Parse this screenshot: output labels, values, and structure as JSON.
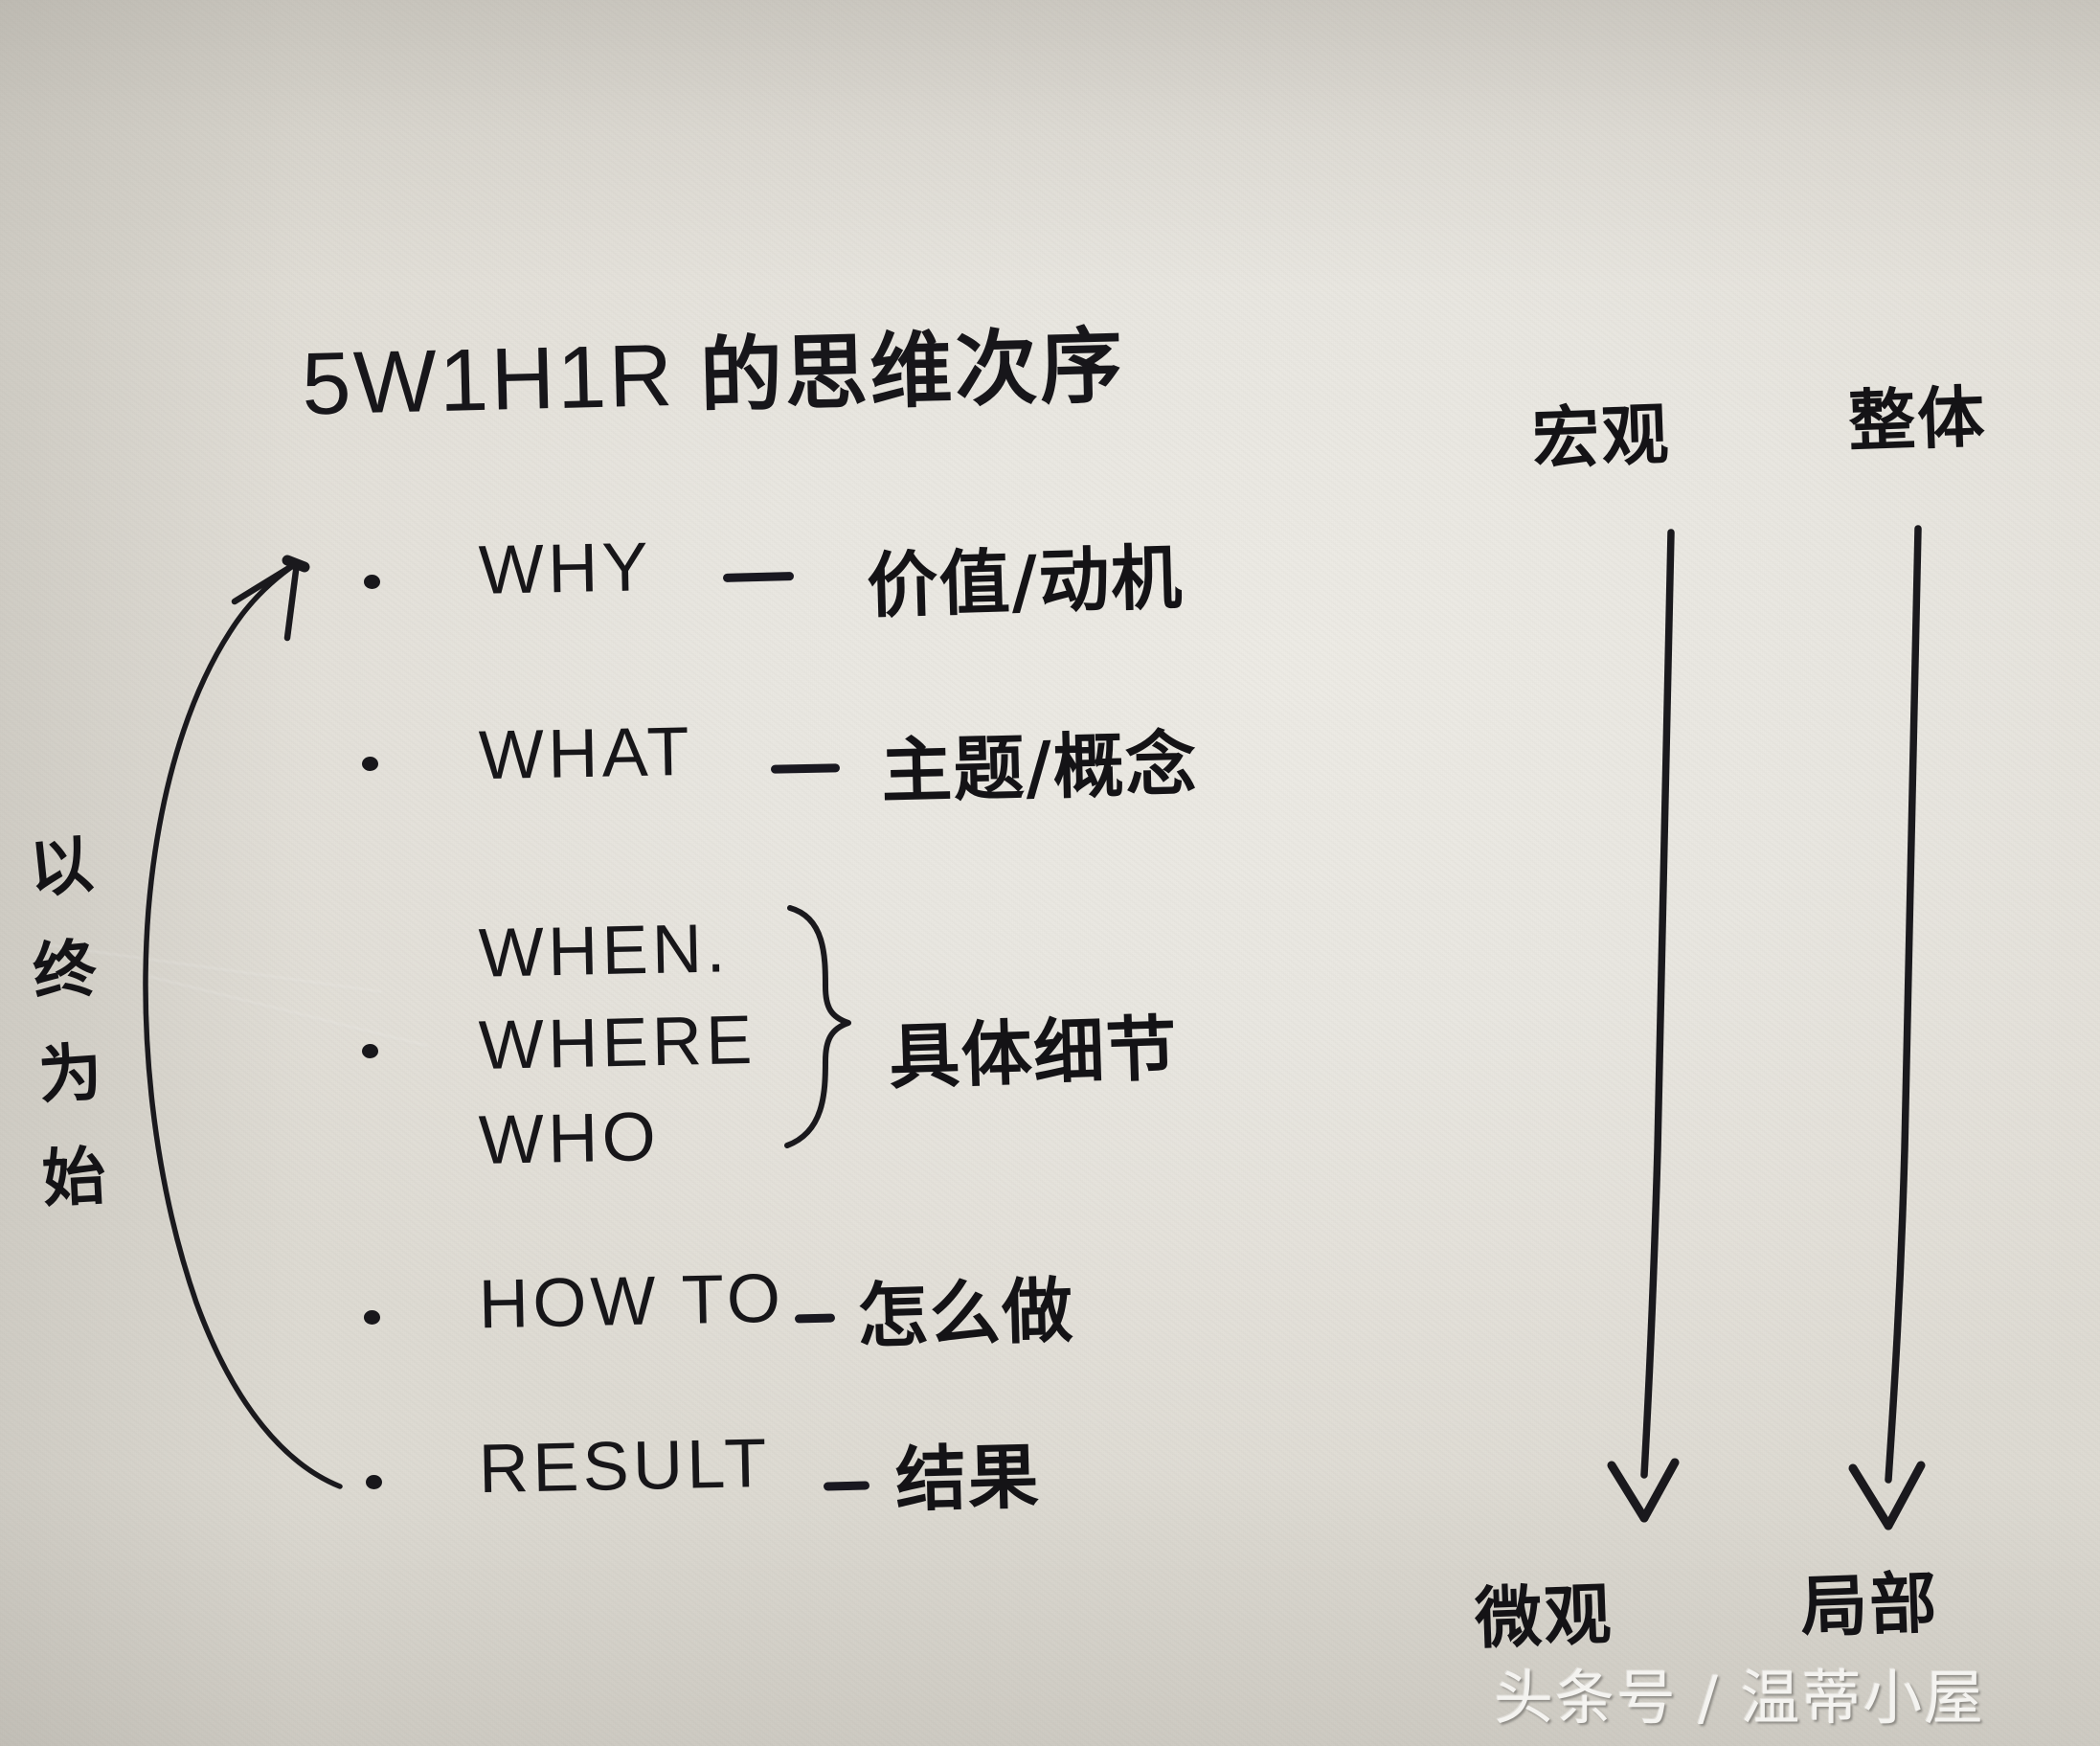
{
  "document": {
    "kind": "handwritten-note",
    "title_en": "5W1H1R",
    "title_cn": "的思维次序",
    "title_full": "5W1H1R 的思维次序",
    "ink_color": "#17161a",
    "paper_color": "#e9e7e1"
  },
  "list": {
    "items": [
      {
        "id": "why",
        "keyword": "WHY",
        "separator": "—",
        "gloss": "价值/动机",
        "has_bullet": true
      },
      {
        "id": "what",
        "keyword": "WHAT",
        "separator": "—",
        "gloss": "主题/概念",
        "has_bullet": true
      },
      {
        "id": "when",
        "keyword": "WHEN.",
        "separator": "",
        "gloss": "",
        "has_bullet": false
      },
      {
        "id": "where",
        "keyword": "WHERE",
        "separator": "",
        "gloss": "",
        "has_bullet": true
      },
      {
        "id": "who",
        "keyword": "WHO",
        "separator": "",
        "gloss": "",
        "has_bullet": false
      },
      {
        "id": "how-to",
        "keyword": "HOW TO",
        "separator": "-",
        "gloss": "怎么做",
        "has_bullet": true
      },
      {
        "id": "result",
        "keyword": "RESULT",
        "separator": "-",
        "gloss": "结果",
        "has_bullet": true
      }
    ],
    "group_brace_label": "具体细节"
  },
  "left_annotation": {
    "text": "以终为始",
    "chars": [
      "以",
      "终",
      "为",
      "始"
    ],
    "arrow_description": "curved arrow from RESULT up to WHY"
  },
  "right_axes": [
    {
      "id": "macro-micro",
      "top_label": "宏观",
      "bottom_label": "微观"
    },
    {
      "id": "whole-part",
      "top_label": "整体",
      "bottom_label": "局部"
    }
  ],
  "watermark": {
    "text": "头条号 / 温蒂小屋"
  }
}
